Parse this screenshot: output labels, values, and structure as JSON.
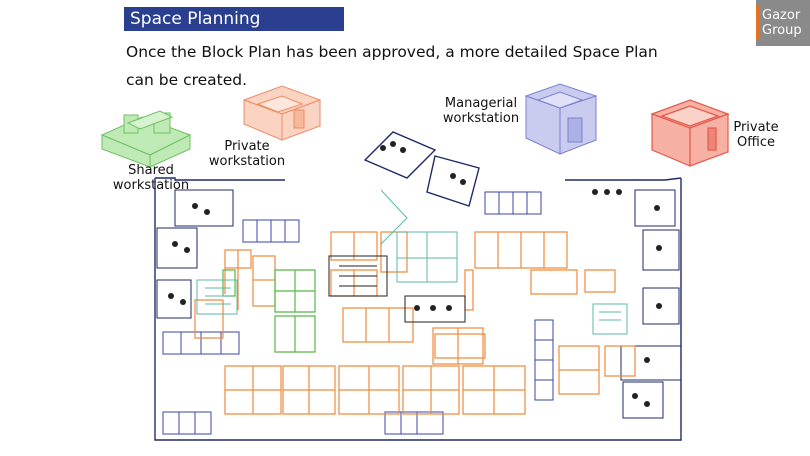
{
  "slide": {
    "title": "Space Planning",
    "logo_line1": "Gazor",
    "logo_line2": "Group",
    "subtitle": "Once the Block Plan has been approved, a more detailed Space Plan can be created."
  },
  "legend": {
    "shared": {
      "line1": "Shared",
      "line2": "workstation",
      "color": "#7ed07a",
      "icon": "shared-workstation-icon"
    },
    "private": {
      "line1": "Private",
      "line2": "workstation",
      "color": "#f08a5d",
      "icon": "private-workstation-icon"
    },
    "managerial": {
      "line1": "Managerial",
      "line2": "workstation",
      "color": "#8a8fd8",
      "icon": "managerial-workstation-icon"
    },
    "office": {
      "line1": "Private",
      "line2": "Office",
      "color": "#e8544a",
      "icon": "private-office-icon"
    }
  },
  "colors": {
    "title_bg": "#2a3f8f",
    "logo_bg": "#8a8a8a",
    "logo_accent": "#e8731e",
    "walls": "#1f2a6b",
    "orange": "#f08a3c",
    "green": "#55b84a",
    "teal": "#5cb8a8"
  }
}
